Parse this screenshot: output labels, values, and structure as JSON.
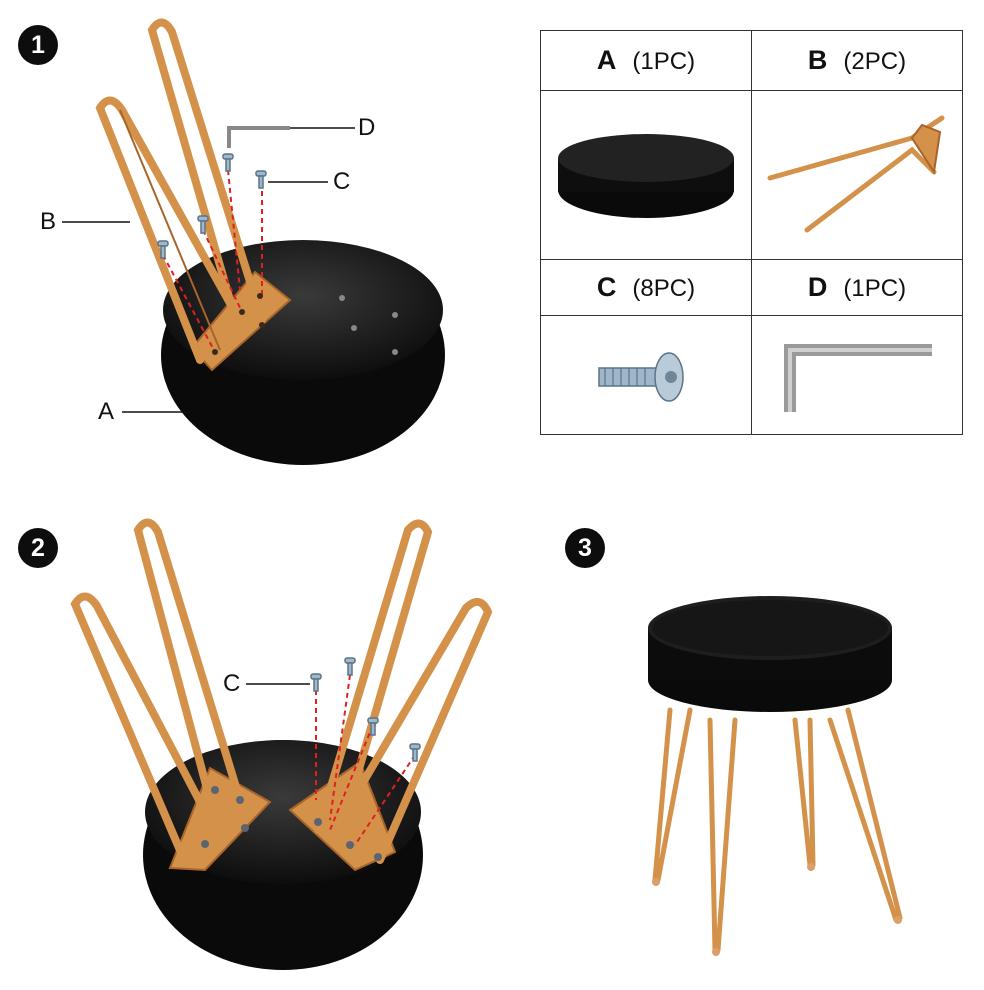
{
  "steps": [
    "1",
    "2",
    "3"
  ],
  "callouts": {
    "a": "A",
    "b": "B",
    "c": "C",
    "d": "D",
    "c2": "C"
  },
  "parts": [
    {
      "letter": "A",
      "qty": "(1PC)",
      "icon": "cushion-seat-icon"
    },
    {
      "letter": "B",
      "qty": "(2PC)",
      "icon": "hairpin-leg-icon"
    },
    {
      "letter": "C",
      "qty": "(8PC)",
      "icon": "screw-icon"
    },
    {
      "letter": "D",
      "qty": "(1PC)",
      "icon": "allen-wrench-icon"
    }
  ],
  "colors": {
    "gold": "#d4914a",
    "gold_dark": "#a8642a",
    "velvet": "#0c0c0c",
    "screw": "#9fb7c9",
    "dash": "#e02020"
  }
}
